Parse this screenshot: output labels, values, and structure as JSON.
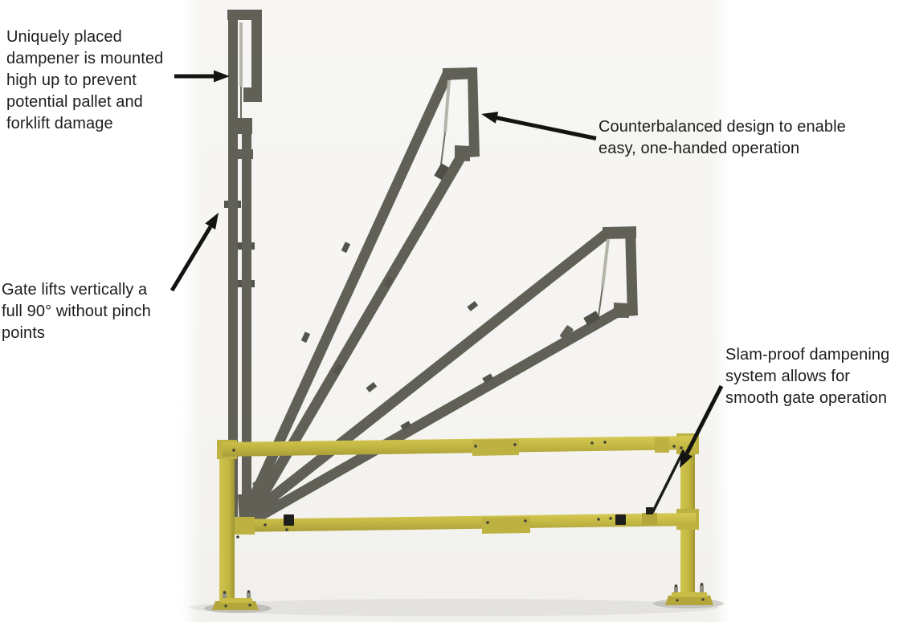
{
  "diagram": {
    "kind": "product feature callout diagram",
    "scene": "pivoting safety gate shown in three swing positions (vertical, mid-swing, lowered) mounted on a yellow two-rail base frame"
  },
  "colors": {
    "gate_gray": "#606056",
    "frame_yellow": "#c8bc46",
    "render_background": "#f5f4f1",
    "annotation_text": "#1d1d1b",
    "arrow_black": "#131312",
    "hardware_black": "#1e1e1c"
  },
  "annotations": [
    {
      "id": "high-dampener",
      "text": "Uniquely placed\ndampener is mounted\nhigh up to prevent\npotential pallet and\nforklift damage",
      "arrow_direction": "right"
    },
    {
      "id": "counterbalanced",
      "text": "Counterbalanced design to enable\neasy, one-handed operation",
      "arrow_direction": "up-left"
    },
    {
      "id": "vertical-lift",
      "text": "Gate lifts vertically a\nfull 90° without pinch\npoints",
      "arrow_direction": "up-right"
    },
    {
      "id": "slam-proof",
      "text": "Slam-proof dampening\nsystem allows for\nsmooth gate operation",
      "arrow_direction": "down-left"
    }
  ]
}
